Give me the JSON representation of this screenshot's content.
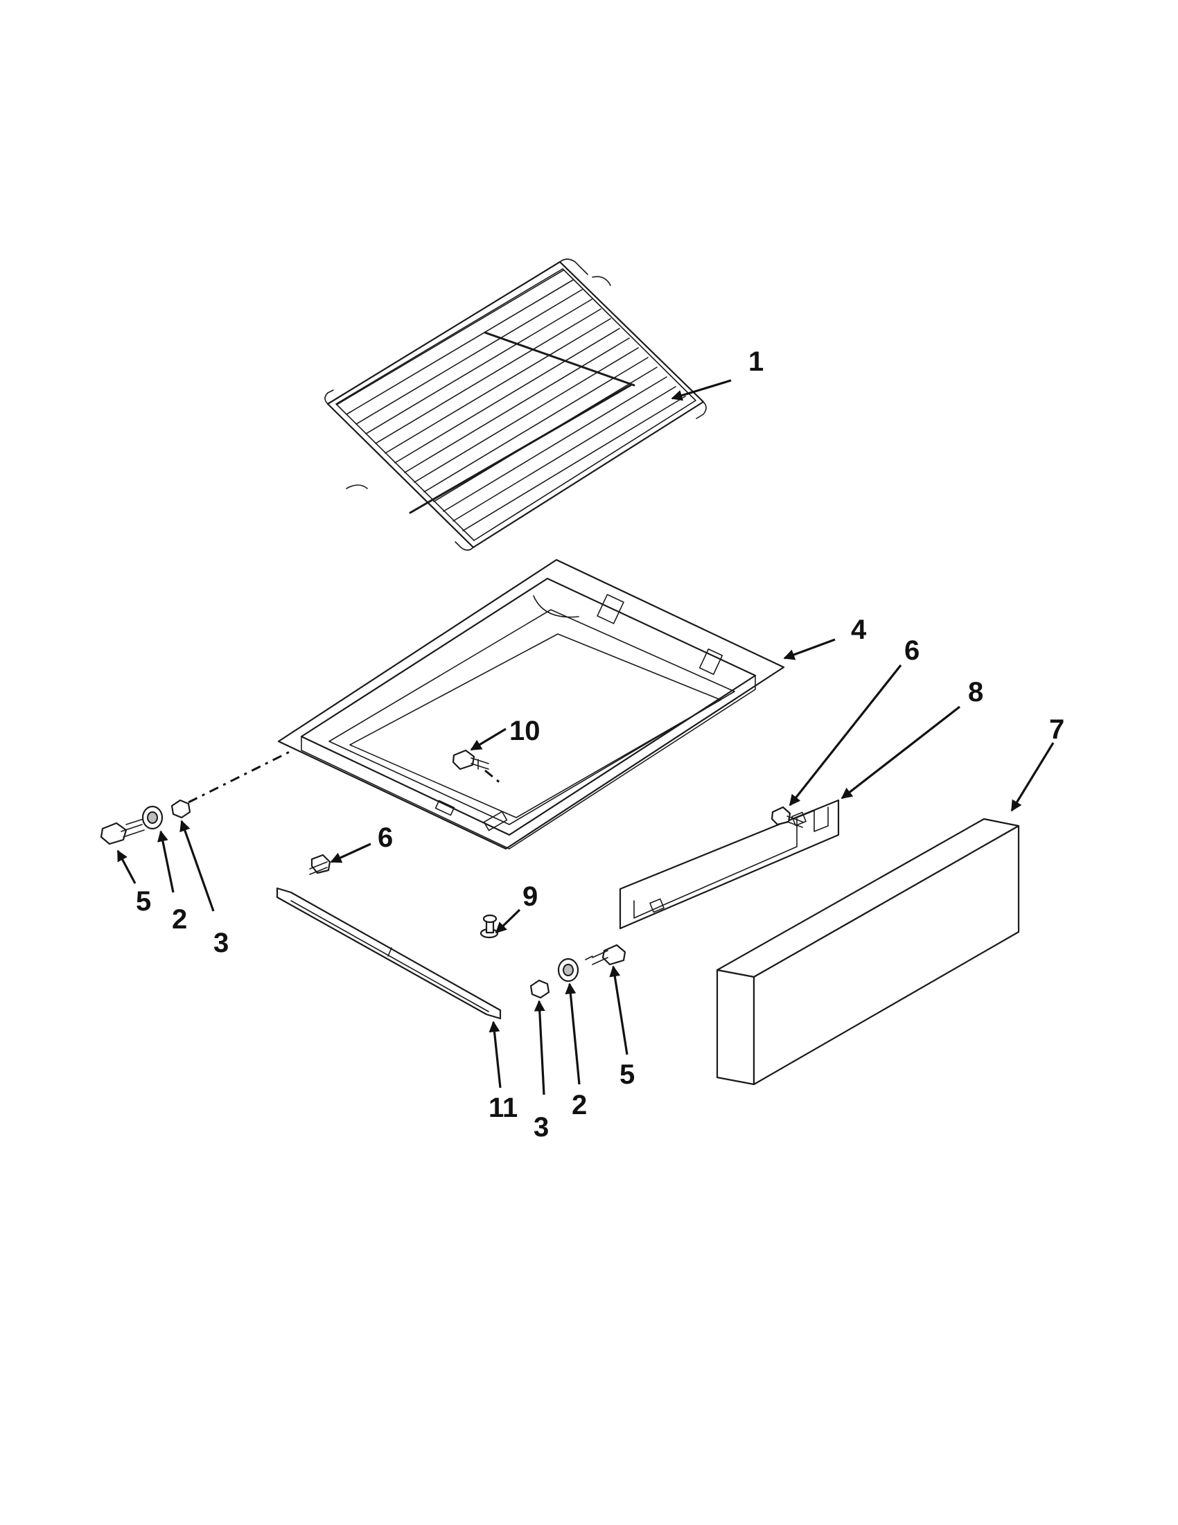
{
  "callouts": {
    "c1": "1",
    "c4": "4",
    "c6a": "6",
    "c8": "8",
    "c7": "7",
    "c10": "10",
    "c5a": "5",
    "c2a": "2",
    "c3a": "3",
    "c6b": "6",
    "c9": "9",
    "c11": "11",
    "c3b": "3",
    "c2b": "2",
    "c5b": "5"
  }
}
